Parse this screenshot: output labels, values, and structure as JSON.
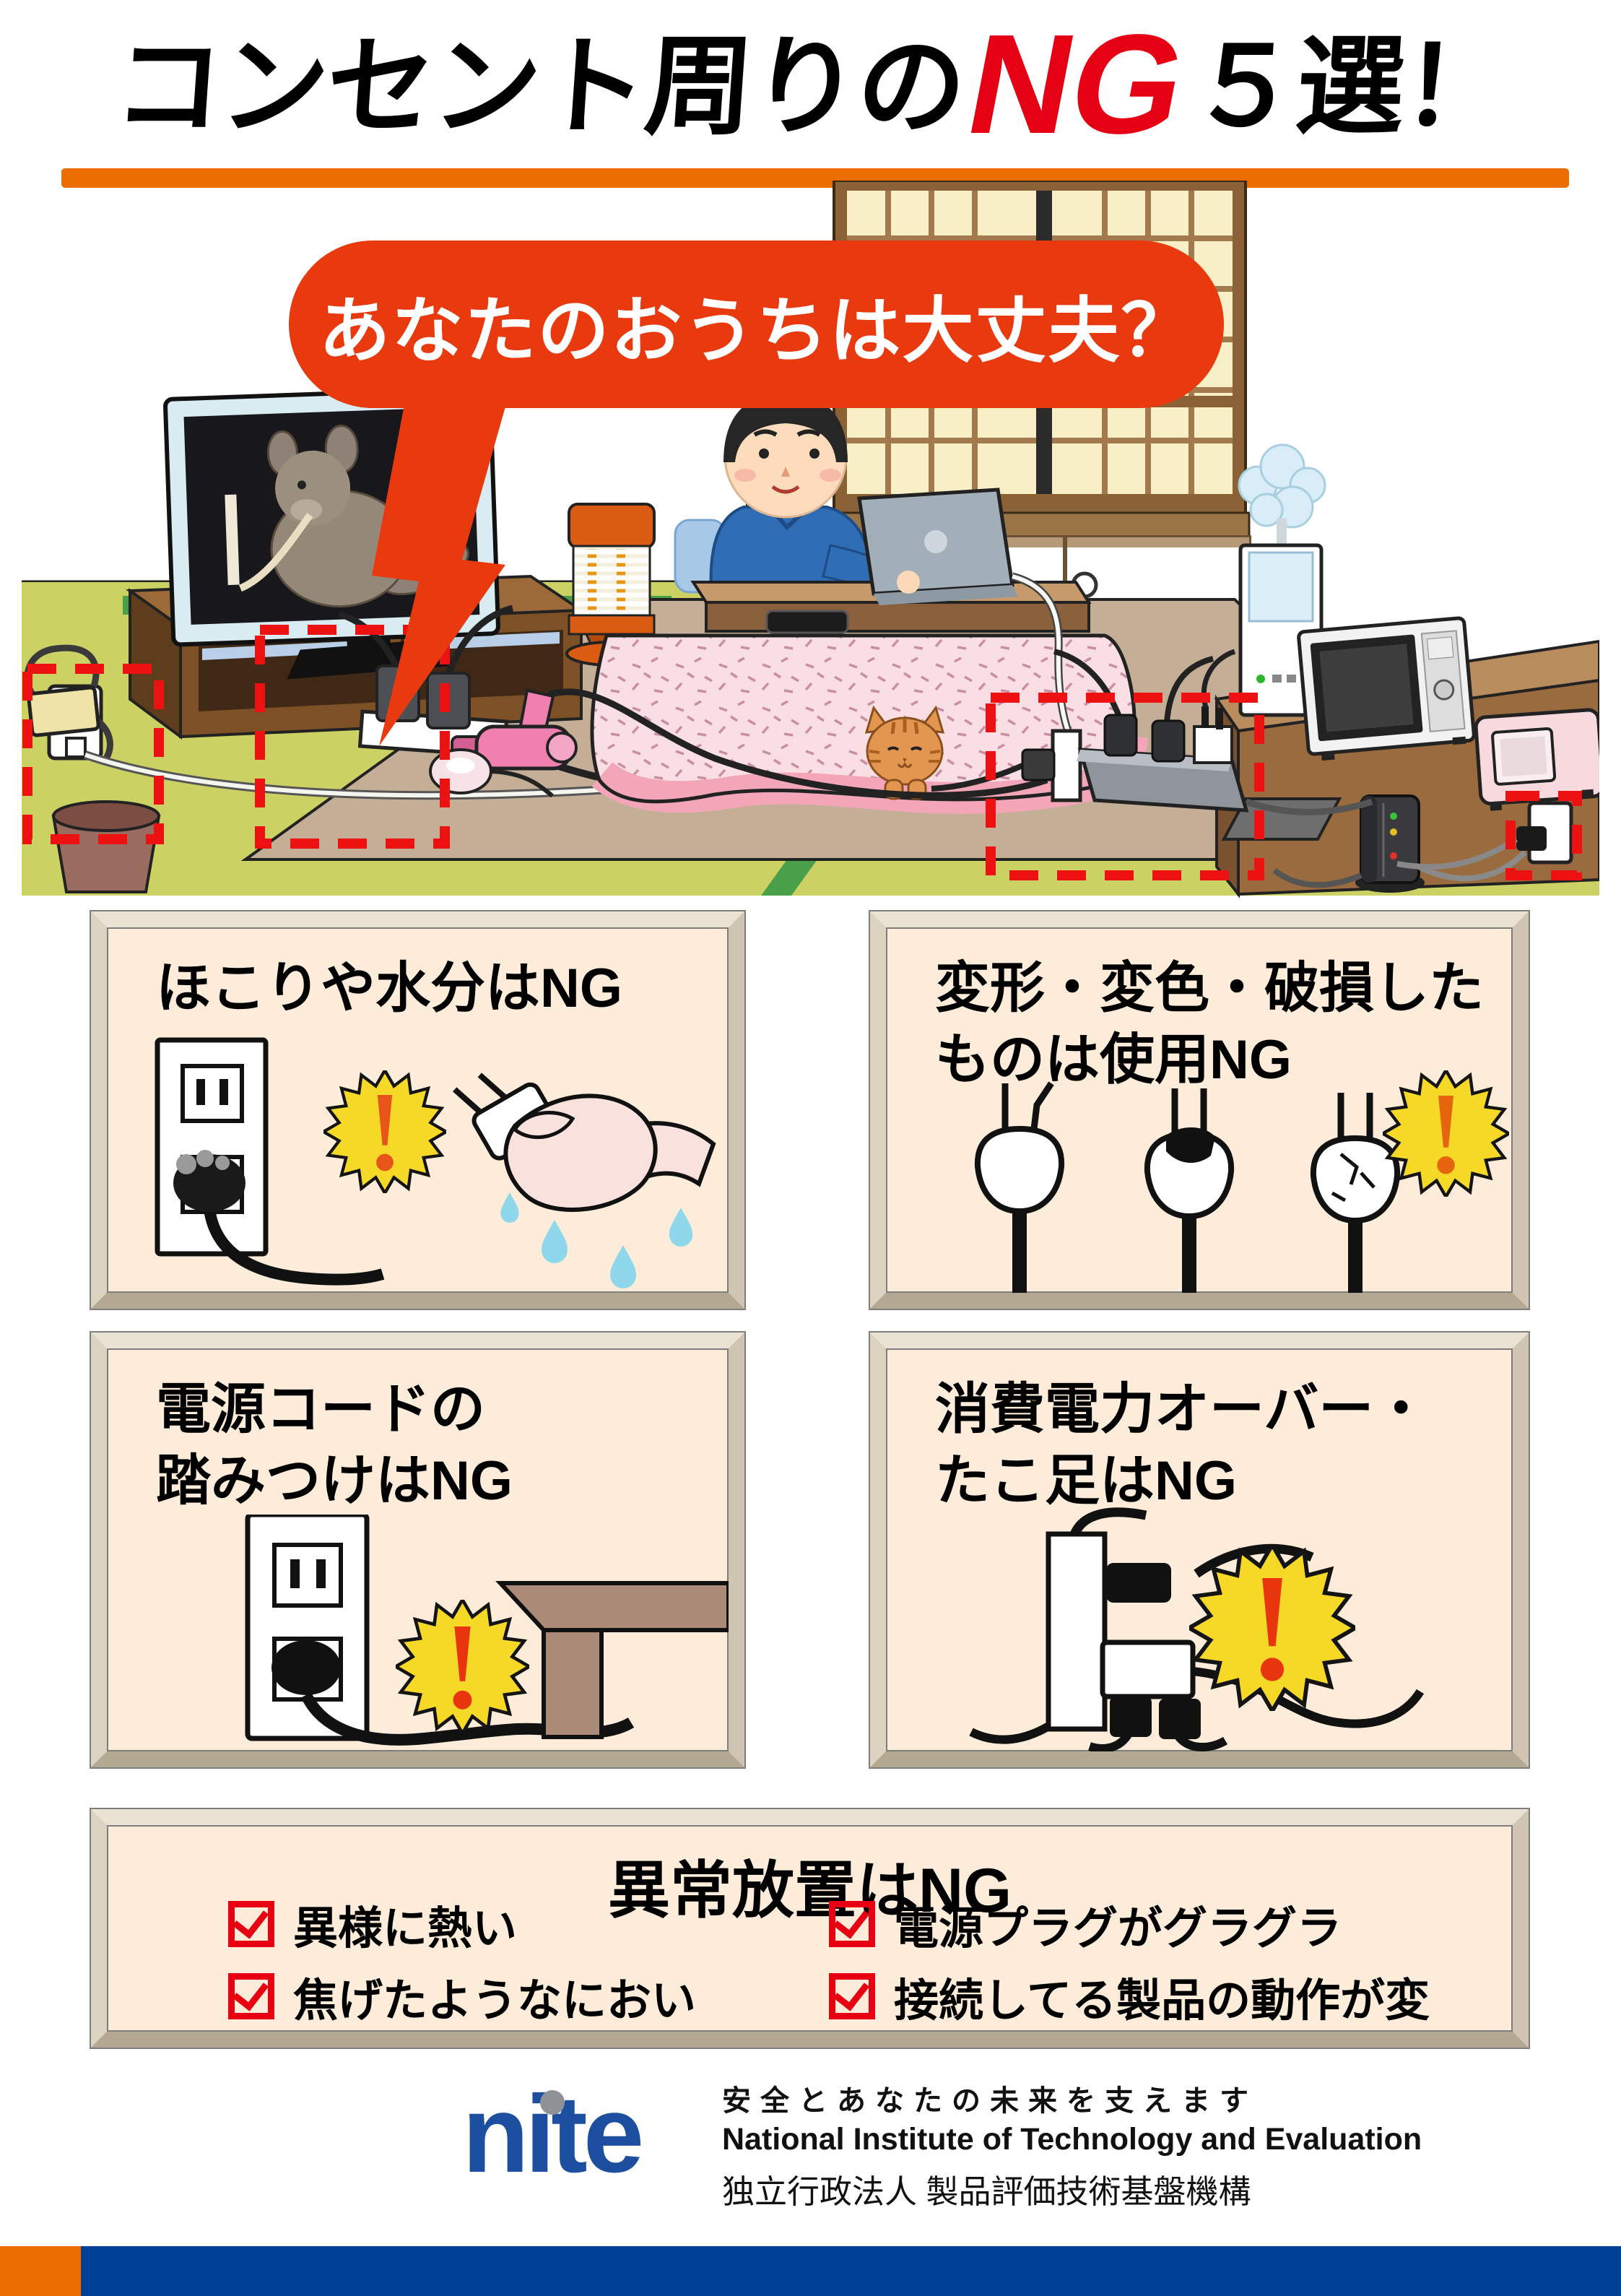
{
  "title": {
    "pre": "コンセント周りの",
    "ng": "NG",
    "post": "５選！"
  },
  "bubble": {
    "text": "あなたのおうちは大丈夫？"
  },
  "scene": {
    "items": [
      "shoji-window",
      "sliding-cabinet",
      "tv",
      "tv-stand",
      "electric-heater",
      "kotatsu",
      "man-with-laptop",
      "smartphone",
      "hair-dryer",
      "computer-mouse",
      "cat",
      "tv-power-strip",
      "kotatsu-power-strip",
      "wall-outlet-left",
      "wall-outlet-right",
      "humidifier",
      "microwave-oven",
      "toaster-oven",
      "wooden-bench",
      "wifi-router",
      "floor-mat",
      "trash-can"
    ],
    "hazard_highlights": [
      "wall-outlet-left",
      "tv-power-strip",
      "kotatsu-power-strip",
      "wall-outlet-right"
    ]
  },
  "panels": [
    {
      "name": "dust-moisture",
      "heading_lines": [
        "ほこりや水分はNG"
      ]
    },
    {
      "name": "damaged-plugs",
      "heading_lines": [
        "変形・変色・破損した",
        "ものは使用NG"
      ]
    },
    {
      "name": "cord-stepping",
      "heading_lines": [
        "電源コードの",
        "踏みつけはNG"
      ]
    },
    {
      "name": "overload-octopus",
      "heading_lines": [
        "消費電力オーバー・",
        "たこ足はNG"
      ]
    }
  ],
  "checklist": {
    "title": "異常放置はNG",
    "items": [
      "異様に熱い",
      "焦げたようなにおい",
      "電源プラグがグラグラ",
      "接続してる製品の動作が変"
    ]
  },
  "footer": {
    "logo": "nite",
    "tagline": "安全とあなたの未来を支えます",
    "org_en": "National Institute of Technology and Evaluation",
    "org_ja": "独立行政法人 製品評価技術基盤機構"
  },
  "colors": {
    "accent_orange": "#ec6d01",
    "bubble_red": "#e83a0e",
    "ng_red": "#e60013",
    "checkbox_red": "#e60012",
    "footer_blue": "#004097",
    "logo_blue": "#1d4fa1",
    "panel_bg": "#fdecd9",
    "hazard_box_red": "#ee1111",
    "burst_yellow": "#f6d826"
  }
}
